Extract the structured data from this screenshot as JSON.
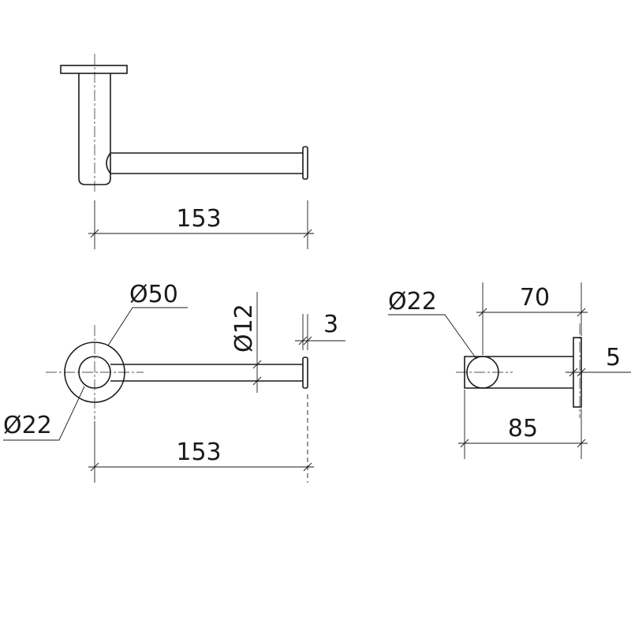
{
  "drawing": {
    "top_view": {
      "length_label": "153"
    },
    "front_view": {
      "flange_diameter_label": "Ø50",
      "post_diameter_label": "Ø22",
      "rod_diameter_label": "Ø12",
      "cap_thickness_label": "3",
      "length_label": "153"
    },
    "side_view": {
      "post_diameter_label": "Ø22",
      "projection_label": "70",
      "flange_thickness_label": "5",
      "overall_depth_label": "85"
    }
  }
}
